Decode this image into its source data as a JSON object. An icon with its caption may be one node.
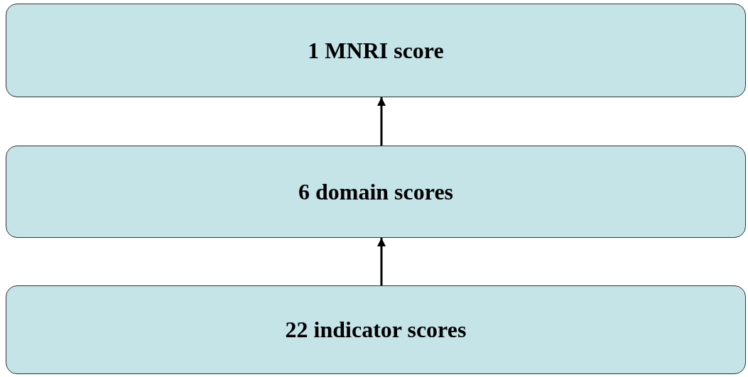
{
  "diagram": {
    "nodes": [
      {
        "text": [
          "1 MNRI score"
        ]
      },
      {
        "text": [
          "6 domain scores"
        ]
      },
      {
        "text": [
          "22 indicator scores"
        ]
      }
    ],
    "edges": [
      {
        "from": 1,
        "to": 0,
        "arrow": "to"
      },
      {
        "from": 2,
        "to": 1,
        "arrow": "to"
      }
    ]
  }
}
